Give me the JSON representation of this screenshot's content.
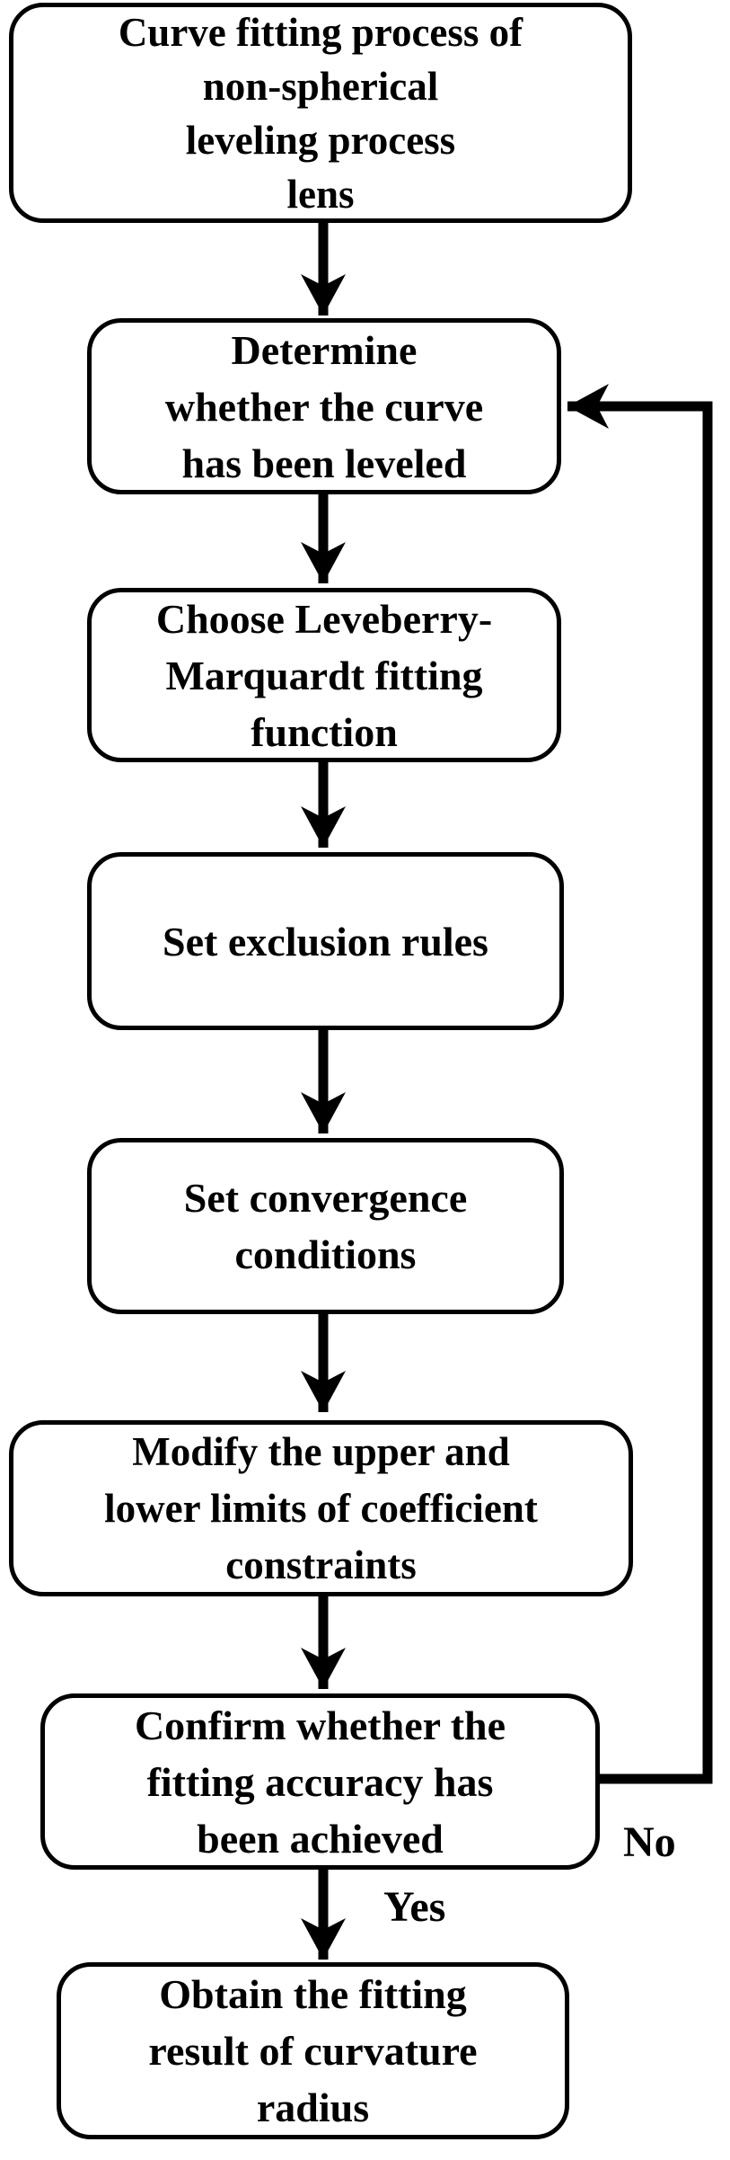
{
  "diagram": {
    "type": "flowchart",
    "nodes": [
      {
        "id": "start",
        "label": "Curve fitting process of non-spherical leveling process lens",
        "lines": [
          "Curve fitting process of",
          "non-spherical",
          "leveling process",
          "lens"
        ]
      },
      {
        "id": "determine-leveled",
        "label": "Determine whether the curve has been leveled",
        "lines": [
          "Determine",
          "whether the curve",
          "has been leveled"
        ]
      },
      {
        "id": "choose-function",
        "label": "Choose Leveberry-Marquardt fitting function",
        "lines": [
          "Choose Leveberry-",
          "Marquardt fitting",
          "function"
        ]
      },
      {
        "id": "set-exclusion-rules",
        "label": "Set exclusion rules",
        "lines": [
          "Set exclusion rules"
        ]
      },
      {
        "id": "set-convergence",
        "label": "Set convergence conditions",
        "lines": [
          "Set convergence",
          "conditions"
        ]
      },
      {
        "id": "modify-limits",
        "label": "Modify the upper and lower limits of coefficient constraints",
        "lines": [
          "Modify the upper and",
          "lower limits of coefficient",
          "constraints"
        ]
      },
      {
        "id": "confirm-accuracy",
        "label": "Confirm whether the fitting accuracy has been achieved",
        "lines": [
          "Confirm whether the",
          "fitting accuracy has",
          "been achieved"
        ]
      },
      {
        "id": "obtain-result",
        "label": "Obtain the fitting result of curvature radius",
        "lines": [
          "Obtain the fitting",
          "result of curvature",
          "radius"
        ]
      }
    ],
    "edge_labels": {
      "yes": "Yes",
      "no": "No"
    },
    "colors": {
      "line": "#000000",
      "text": "#000000",
      "box_fill": "#ffffff",
      "background": "#ffffff"
    }
  }
}
